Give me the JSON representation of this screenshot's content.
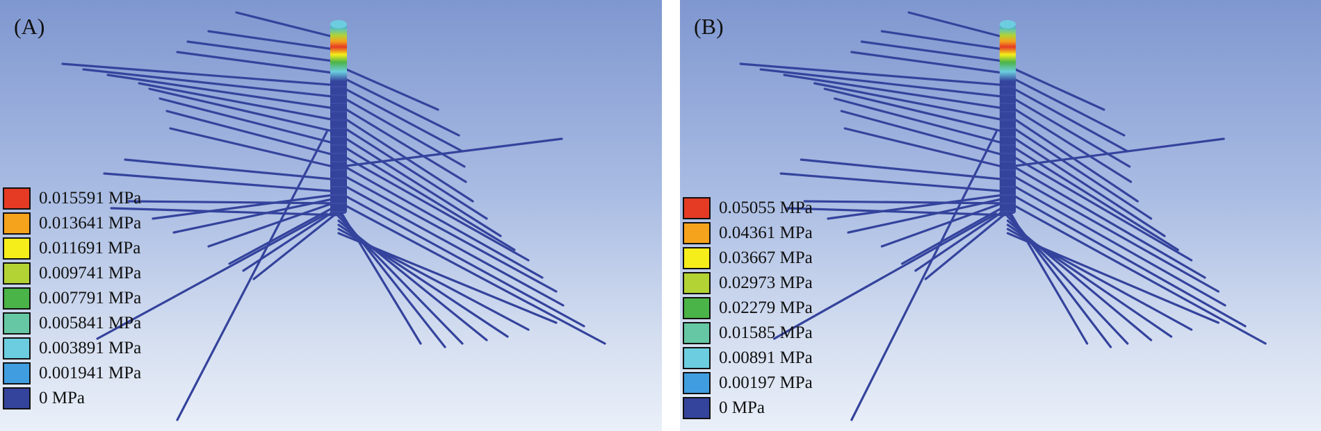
{
  "panels": [
    {
      "label": "(A)",
      "legend": [
        {
          "label": "0.015591 MPa",
          "color": "#e53b25"
        },
        {
          "label": "0.013641 MPa",
          "color": "#f5a21c"
        },
        {
          "label": "0.011691 MPa",
          "color": "#f6ee1a"
        },
        {
          "label": "0.009741 MPa",
          "color": "#b3d234"
        },
        {
          "label": "0.007791 MPa",
          "color": "#4bb448"
        },
        {
          "label": "0.005841 MPa",
          "color": "#66c7a4"
        },
        {
          "label": "0.003891 MPa",
          "color": "#6ccde0"
        },
        {
          "label": "0.001941 MPa",
          "color": "#3f9de0"
        },
        {
          "label": "0 MPa",
          "color": "#34439c"
        }
      ]
    },
    {
      "label": "(B)",
      "legend": [
        {
          "label": "0.05055 MPa",
          "color": "#e53b25"
        },
        {
          "label": "0.04361 MPa",
          "color": "#f5a21c"
        },
        {
          "label": "0.03667 MPa",
          "color": "#f6ee1a"
        },
        {
          "label": "0.02973 MPa",
          "color": "#b3d234"
        },
        {
          "label": "0.02279 MPa",
          "color": "#4bb448"
        },
        {
          "label": "0.01585 MPa",
          "color": "#66c7a4"
        },
        {
          "label": "0.00891 MPa",
          "color": "#6ccde0"
        },
        {
          "label": "0.00197 MPa",
          "color": "#3f9de0"
        },
        {
          "label": "0 MPa",
          "color": "#34439c"
        }
      ]
    }
  ]
}
